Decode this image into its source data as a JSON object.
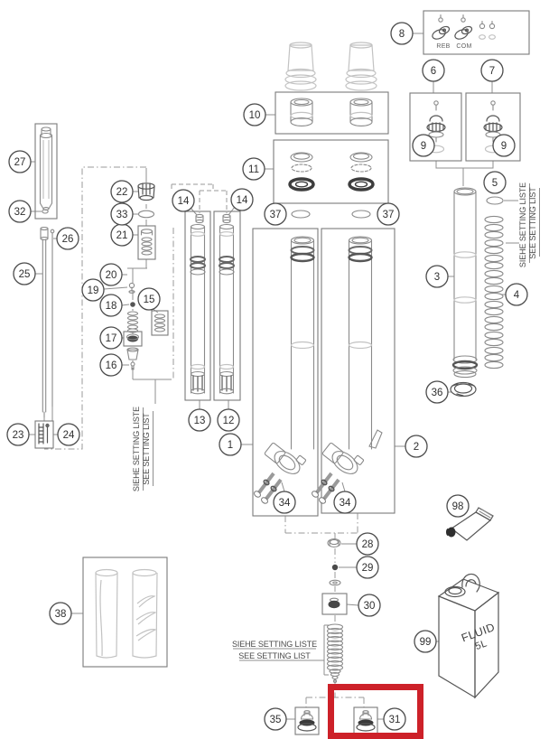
{
  "figure": {
    "highlight_color": "#cd2129",
    "highlighted_part": "31"
  },
  "labels": {
    "reb": "REB",
    "com": "COM",
    "fluid_line1": "FLUID",
    "fluid_line2": "5L",
    "setting_de": "SIEHE SETTING LISTE",
    "setting_en": "SEE SETTING LIST"
  },
  "callouts": {
    "p1": "1",
    "p2": "2",
    "p3": "3",
    "p4": "4",
    "p5": "5",
    "p6": "6",
    "p7": "7",
    "p8": "8",
    "p9a": "9",
    "p9b": "9",
    "p10": "10",
    "p11": "11",
    "p12": "12",
    "p13": "13",
    "p14a": "14",
    "p14b": "14",
    "p15": "15",
    "p16": "16",
    "p17": "17",
    "p18": "18",
    "p19": "19",
    "p20": "20",
    "p21": "21",
    "p22": "22",
    "p23": "23",
    "p24": "24",
    "p25": "25",
    "p26": "26",
    "p27": "27",
    "p28": "28",
    "p29": "29",
    "p30": "30",
    "p31": "31",
    "p32": "32",
    "p33": "33",
    "p34a": "34",
    "p34b": "34",
    "p35": "35",
    "p36": "36",
    "p37a": "37",
    "p37b": "37",
    "p38": "38",
    "p98": "98",
    "p99": "99"
  }
}
